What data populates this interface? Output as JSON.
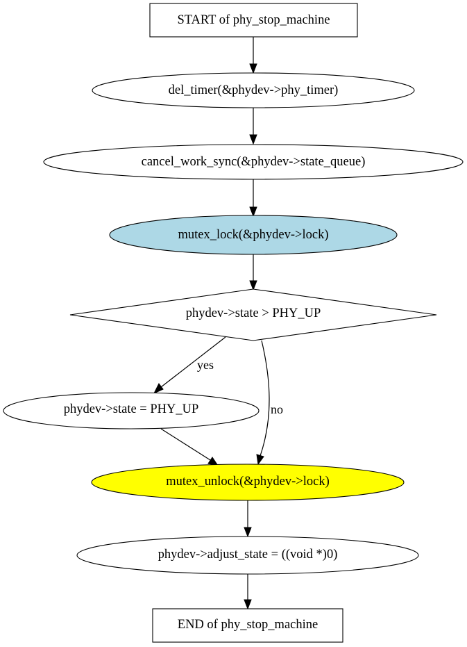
{
  "diagram": {
    "nodes": {
      "start": {
        "label": "START of phy_stop_machine",
        "shape": "box",
        "fill": "#ffffff"
      },
      "del_timer": {
        "label": "del_timer(&phydev->phy_timer)",
        "shape": "ellipse",
        "fill": "#ffffff"
      },
      "cancel_work": {
        "label": "cancel_work_sync(&phydev->state_queue)",
        "shape": "ellipse",
        "fill": "#ffffff"
      },
      "mutex_lock": {
        "label": "mutex_lock(&phydev->lock)",
        "shape": "ellipse",
        "fill": "#add8e6"
      },
      "condition": {
        "label": "phydev->state > PHY_UP",
        "shape": "diamond",
        "fill": "#ffffff"
      },
      "assign_state": {
        "label": "phydev->state = PHY_UP",
        "shape": "ellipse",
        "fill": "#ffffff"
      },
      "mutex_unlock": {
        "label": "mutex_unlock(&phydev->lock)",
        "shape": "ellipse",
        "fill": "#ffff00"
      },
      "adjust_state": {
        "label": "phydev->adjust_state = ((void *)0)",
        "shape": "ellipse",
        "fill": "#ffffff"
      },
      "end": {
        "label": "END of phy_stop_machine",
        "shape": "box",
        "fill": "#ffffff"
      }
    },
    "edges": {
      "yes_label": "yes",
      "no_label": "no"
    }
  }
}
